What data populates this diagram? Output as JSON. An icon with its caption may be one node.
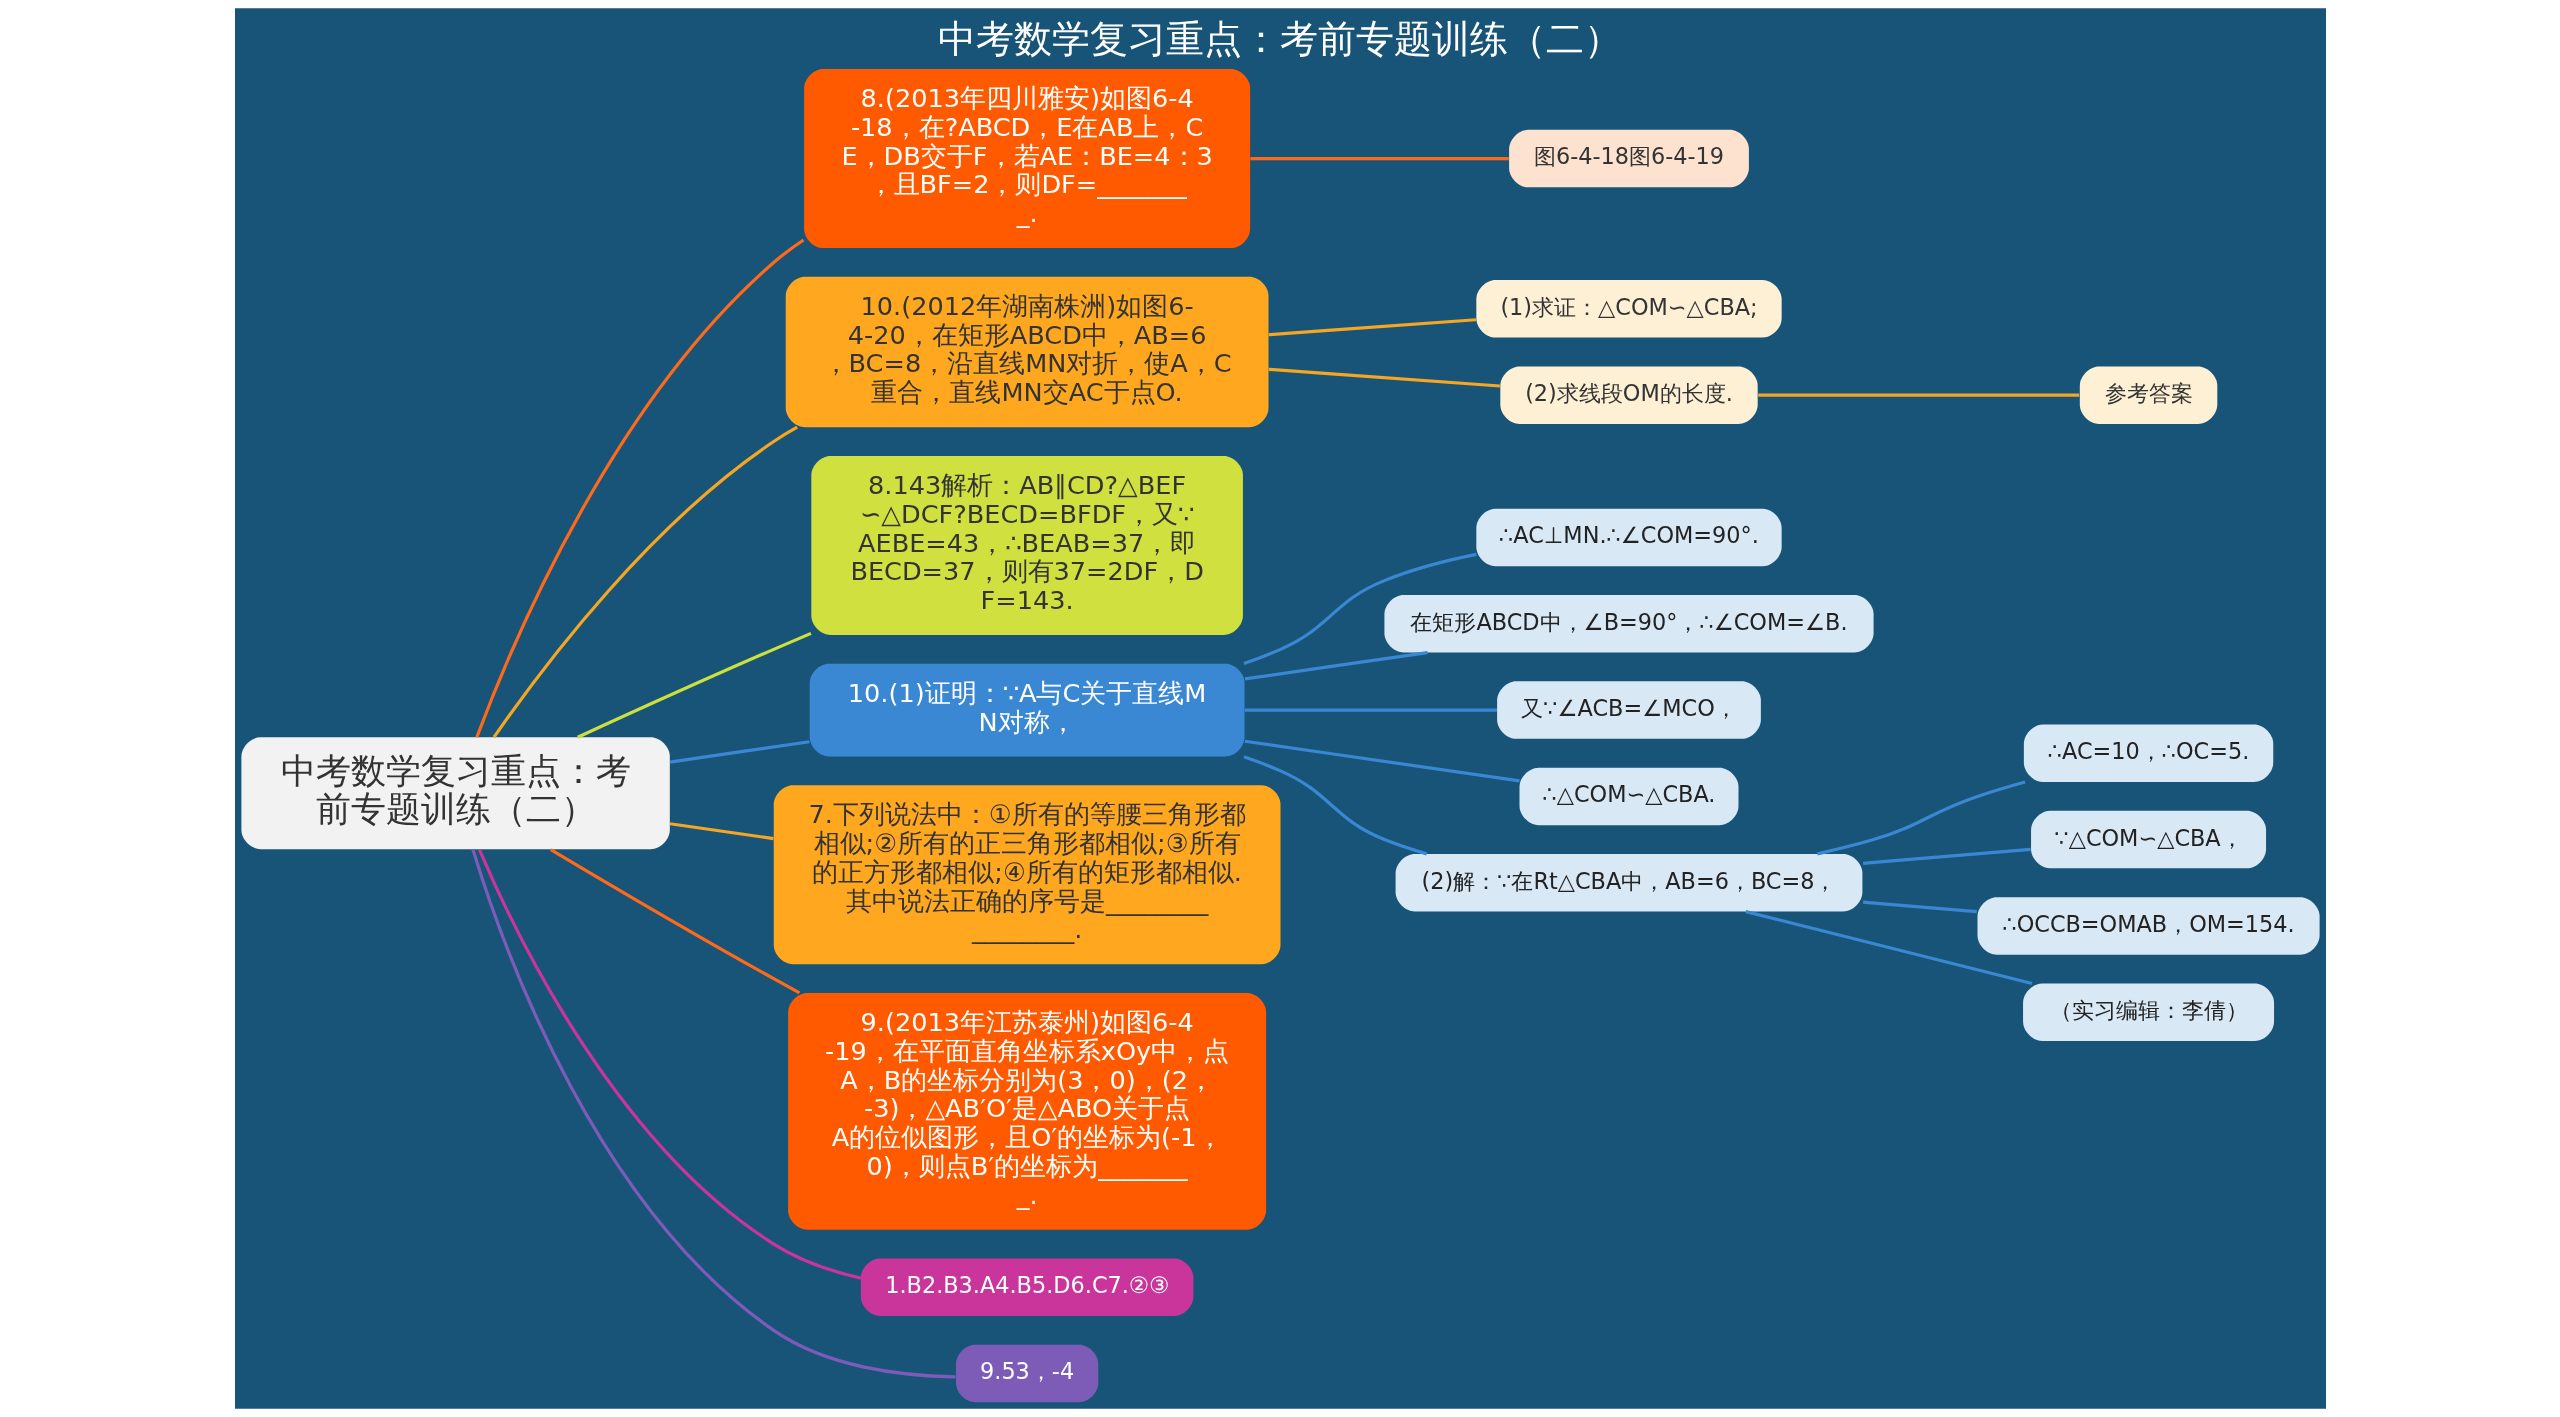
{
  "diagram": {
    "title": "中考数学复习重点：考前专题训练（二）",
    "nodes": [
      {
        "text": [
          "中考数学复习重点：考前专题训练（二）"
        ]
      },
      {
        "text": [
          "8.(2013年四川雅安)如图6-4-18，在?ABCD，E在AB上，CE，DB交于F，若AE：BE=4：3，且BF=2，则DF=________."
        ]
      },
      {
        "text": [
          "图6-4-18图6-4-19"
        ]
      },
      {
        "text": [
          "10.(2012年湖南株洲)如图6-4-20，在矩形ABCD中，AB=6，BC=8，沿直线MN对折，使A，C重合，直线MN交AC于点O."
        ]
      },
      {
        "text": [
          "(1)求证：△COM∽△CBA;"
        ]
      },
      {
        "text": [
          "(2)求线段OM的长度."
        ]
      },
      {
        "text": [
          "参考答案"
        ]
      },
      {
        "text": [
          "8.143解析：AB∥CD?△BEF∽△DCF?BECD=BFDF，又∵AEBE=43，∴BEAB=37，即BECD=37，则有37=2DF，DF=143."
        ]
      },
      {
        "text": [
          "10.(1)证明：∵A与C关于直线MN对称，"
        ]
      },
      {
        "text": [
          "∴AC⊥MN.∴∠COM=90°."
        ]
      },
      {
        "text": [
          "在矩形ABCD中，∠B=90°，∴∠COM=∠B."
        ]
      },
      {
        "text": [
          "又∵∠ACB=∠MCO，"
        ]
      },
      {
        "text": [
          "∴△COM∽△CBA."
        ]
      },
      {
        "text": [
          "(2)解：∵在Rt△CBA中，AB=6，BC=8，"
        ]
      },
      {
        "text": [
          "∴AC=10，∴OC=5."
        ]
      },
      {
        "text": [
          "∵△COM∽△CBA，"
        ]
      },
      {
        "text": [
          "∴OCCB=OMAB，OM=154."
        ]
      },
      {
        "text": [
          "（实习编辑：李倩）"
        ]
      },
      {
        "text": [
          "7.下列说法中：①所有的等腰三角形都相似;②所有的正三角形都相似;③所有的正方形都相似;④所有的矩形都相似.其中说法正确的序号是________________."
        ]
      },
      {
        "text": [
          "9.(2013年江苏泰州)如图6-4-19，在平面直角坐标系xOy中，点A，B的坐标分别为(3，0)，(2，-3)，△AB′O′是△ABO关于点A的位似图形，且O′的坐标为(-1，0)，则点B′的坐标为________."
        ]
      },
      {
        "text": [
          "1.B2.B3.A4.B5.D6.C7.②③"
        ]
      },
      {
        "text": [
          "9.53，-4"
        ]
      }
    ],
    "edges": [
      {
        "from": 0,
        "to": 1,
        "arrow": "none",
        "color": "#ff6a1a"
      },
      {
        "from": 1,
        "to": 2,
        "arrow": "none",
        "color": "#ff6a1a"
      },
      {
        "from": 0,
        "to": 3,
        "arrow": "none",
        "color": "#f5a623"
      },
      {
        "from": 3,
        "to": 4,
        "arrow": "none",
        "color": "#f5a623"
      },
      {
        "from": 3,
        "to": 5,
        "arrow": "none",
        "color": "#f5a623"
      },
      {
        "from": 5,
        "to": 6,
        "arrow": "none",
        "color": "#f5a623"
      },
      {
        "from": 0,
        "to": 7,
        "arrow": "none",
        "color": "#cde03e"
      },
      {
        "from": 0,
        "to": 8,
        "arrow": "none",
        "color": "#3a87d4"
      },
      {
        "from": 8,
        "to": 9,
        "arrow": "none",
        "color": "#3a87d4"
      },
      {
        "from": 8,
        "to": 10,
        "arrow": "none",
        "color": "#3a87d4"
      },
      {
        "from": 8,
        "to": 11,
        "arrow": "none",
        "color": "#3a87d4"
      },
      {
        "from": 8,
        "to": 12,
        "arrow": "none",
        "color": "#3a87d4"
      },
      {
        "from": 8,
        "to": 13,
        "arrow": "none",
        "color": "#3a87d4"
      },
      {
        "from": 13,
        "to": 14,
        "arrow": "none",
        "color": "#3a87d4"
      },
      {
        "from": 13,
        "to": 15,
        "arrow": "none",
        "color": "#3a87d4"
      },
      {
        "from": 13,
        "to": 16,
        "arrow": "none",
        "color": "#3a87d4"
      },
      {
        "from": 13,
        "to": 17,
        "arrow": "none",
        "color": "#3a87d4"
      },
      {
        "from": 0,
        "to": 18,
        "arrow": "none",
        "color": "#f5a623"
      },
      {
        "from": 0,
        "to": 19,
        "arrow": "none",
        "color": "#ff6a1a"
      },
      {
        "from": 0,
        "to": 20,
        "arrow": "none",
        "color": "#c9359b"
      },
      {
        "from": 0,
        "to": 21,
        "arrow": "none",
        "color": "#7d5cb8"
      }
    ]
  }
}
